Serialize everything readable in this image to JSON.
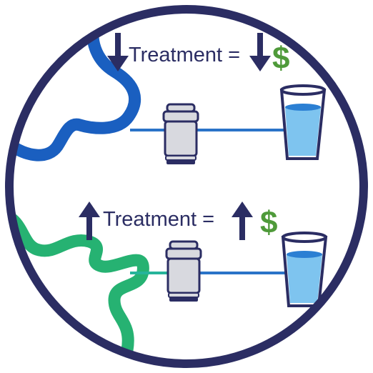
{
  "colors": {
    "ring": "#2b2d63",
    "river_clean": "#1a5fc0",
    "river_polluted": "#26b272",
    "pipe_blue": "#2a73c8",
    "pipe_green": "#26b49a",
    "arrow": "#2b2d63",
    "dollar": "#4f9a3a",
    "filter_body": "#d8d9df",
    "filter_outline": "#2b2d63",
    "water": "#7ec4ef",
    "water_top": "#2b7fd3",
    "glass_rim": "#2b2d63"
  },
  "icons": {
    "down_arrow": "down-arrow-icon",
    "up_arrow": "up-arrow-icon",
    "filter": "water-filter-icon",
    "glass": "water-glass-icon",
    "dollar": "dollar-icon"
  },
  "top_panel": {
    "treatment_label": "Treatment =",
    "dollar_sign": "$",
    "trend": "down"
  },
  "bottom_panel": {
    "treatment_label": "Treatment =",
    "dollar_sign": "$",
    "trend": "up"
  }
}
